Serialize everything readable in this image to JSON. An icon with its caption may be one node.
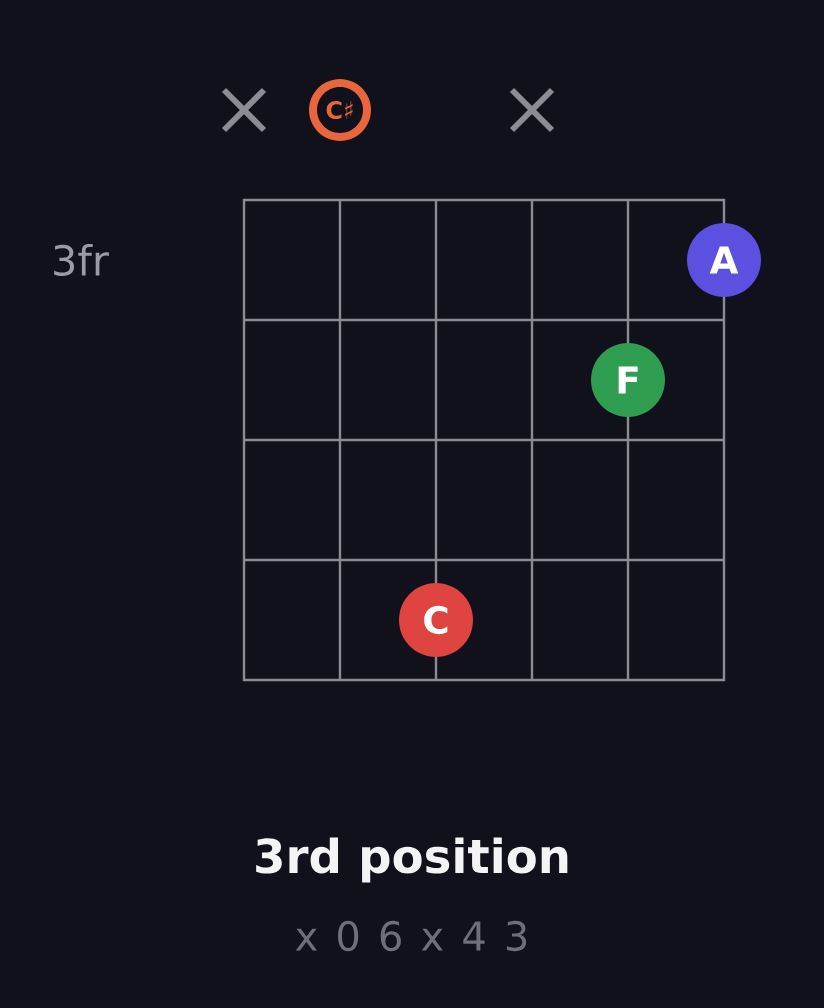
{
  "diagram": {
    "title": "3rd position",
    "caption": "x 0 6 x 4 3",
    "nodes": [
      {
        "text": [],
        "shape": "cross"
      },
      {
        "text": [
          "C♯"
        ]
      },
      {
        "text": [],
        "shape": "cross"
      },
      {
        "text": [
          "A"
        ]
      },
      {
        "text": [
          "F"
        ]
      },
      {
        "text": [
          "C"
        ]
      }
    ],
    "labels": [
      "3fr"
    ]
  }
}
